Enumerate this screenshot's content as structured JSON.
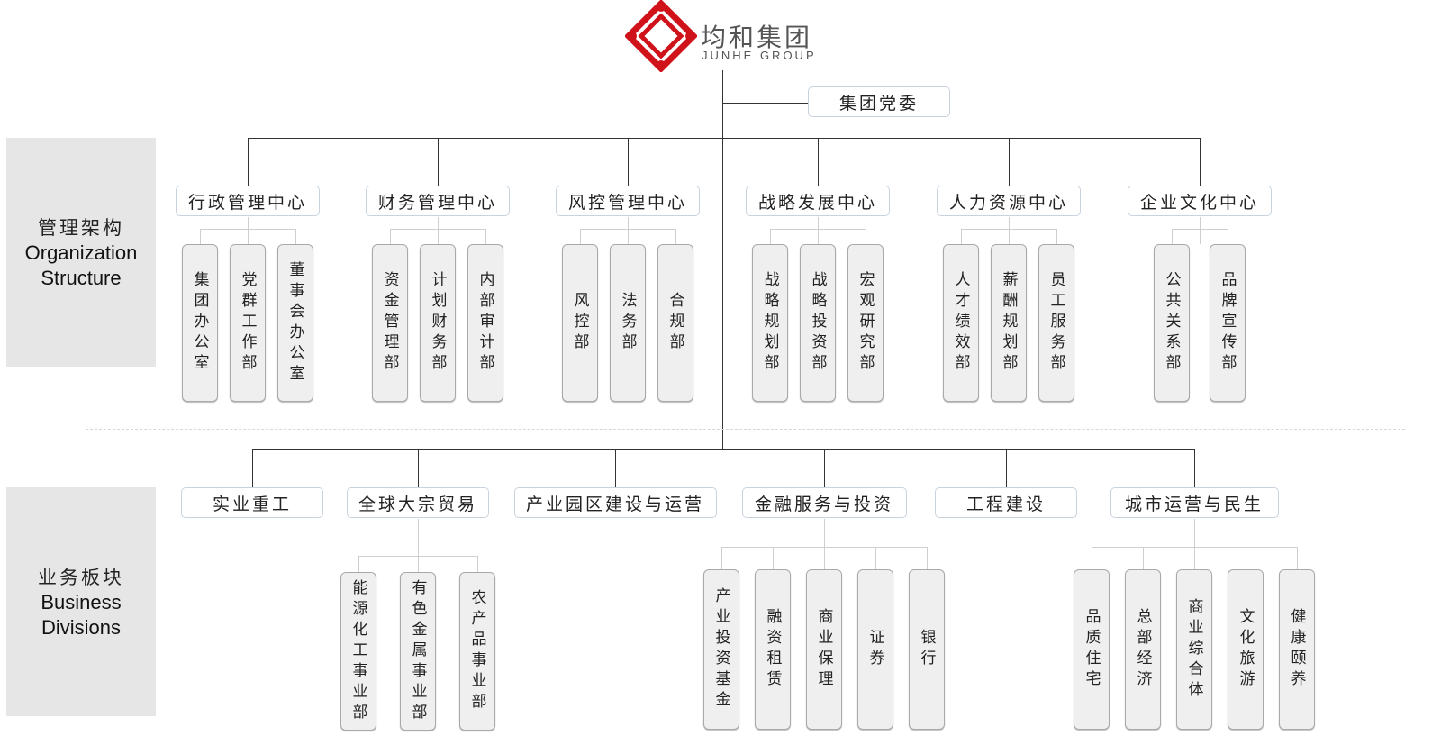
{
  "logo": {
    "name_zh": "均和集团",
    "name_en": "JUNHE GROUP",
    "color": "#d0121b"
  },
  "party_committee": "集团党委",
  "sections": {
    "org": {
      "zh": "管理架构",
      "en1": "Organization",
      "en2": "Structure"
    },
    "biz": {
      "zh": "业务板块",
      "en1": "Business",
      "en2": "Divisions"
    }
  },
  "centers": [
    {
      "label": "行政管理中心",
      "children": [
        "集团办公室",
        "党群工作部",
        "董事会办公室"
      ]
    },
    {
      "label": "财务管理中心",
      "children": [
        "资金管理部",
        "计划财务部",
        "内部审计部"
      ]
    },
    {
      "label": "风控管理中心",
      "children": [
        "风控部",
        "法务部",
        "合规部"
      ]
    },
    {
      "label": "战略发展中心",
      "children": [
        "战略规划部",
        "战略投资部",
        "宏观研究部"
      ]
    },
    {
      "label": "人力资源中心",
      "children": [
        "人才绩效部",
        "薪酬规划部",
        "员工服务部"
      ]
    },
    {
      "label": "企业文化中心",
      "children": [
        "公共关系部",
        "品牌宣传部"
      ]
    }
  ],
  "divisions": [
    {
      "label": "实业重工",
      "children": []
    },
    {
      "label": "全球大宗贸易",
      "children": [
        "能源化工事业部",
        "有色金属事业部",
        "农产品事业部"
      ]
    },
    {
      "label": "产业园区建设与运营",
      "children": []
    },
    {
      "label": "金融服务与投资",
      "children": [
        "产业投资基金",
        "融资租赁",
        "商业保理",
        "证券",
        "银行"
      ]
    },
    {
      "label": "工程建设",
      "children": []
    },
    {
      "label": "城市运营与民生",
      "children": [
        "品质住宅",
        "总部经济",
        "商业综合体",
        "文化旅游",
        "健康颐养"
      ]
    }
  ]
}
